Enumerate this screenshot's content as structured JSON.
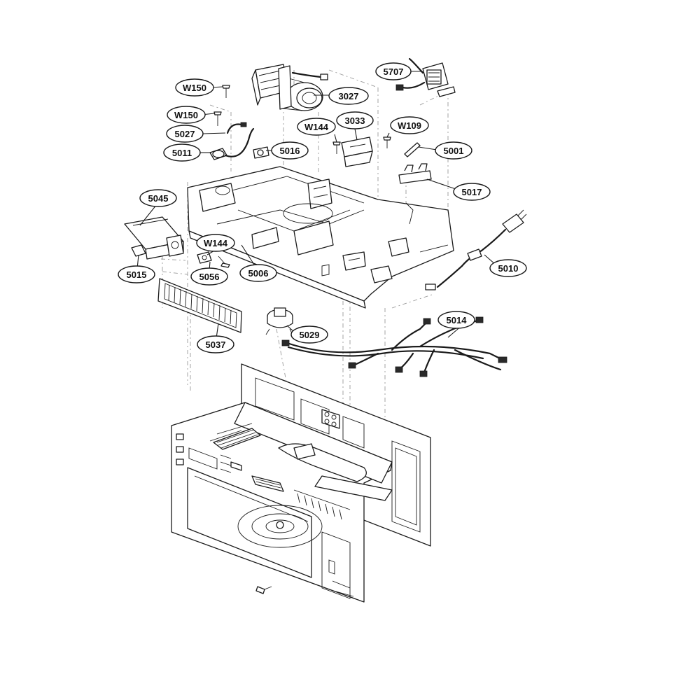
{
  "diagram": {
    "labels": {
      "W150_top": "W150",
      "W150_mid": "W150",
      "5707": "5707",
      "3027": "3027",
      "3033": "3033",
      "W144_top": "W144",
      "W109": "W109",
      "5001": "5001",
      "5017": "5017",
      "5027": "5027",
      "5011": "5011",
      "5016": "5016",
      "5045": "5045",
      "W144_mid": "W144",
      "5015": "5015",
      "5056": "5056",
      "5006": "5006",
      "5010": "5010",
      "5037": "5037",
      "5029": "5029",
      "5014": "5014"
    }
  }
}
